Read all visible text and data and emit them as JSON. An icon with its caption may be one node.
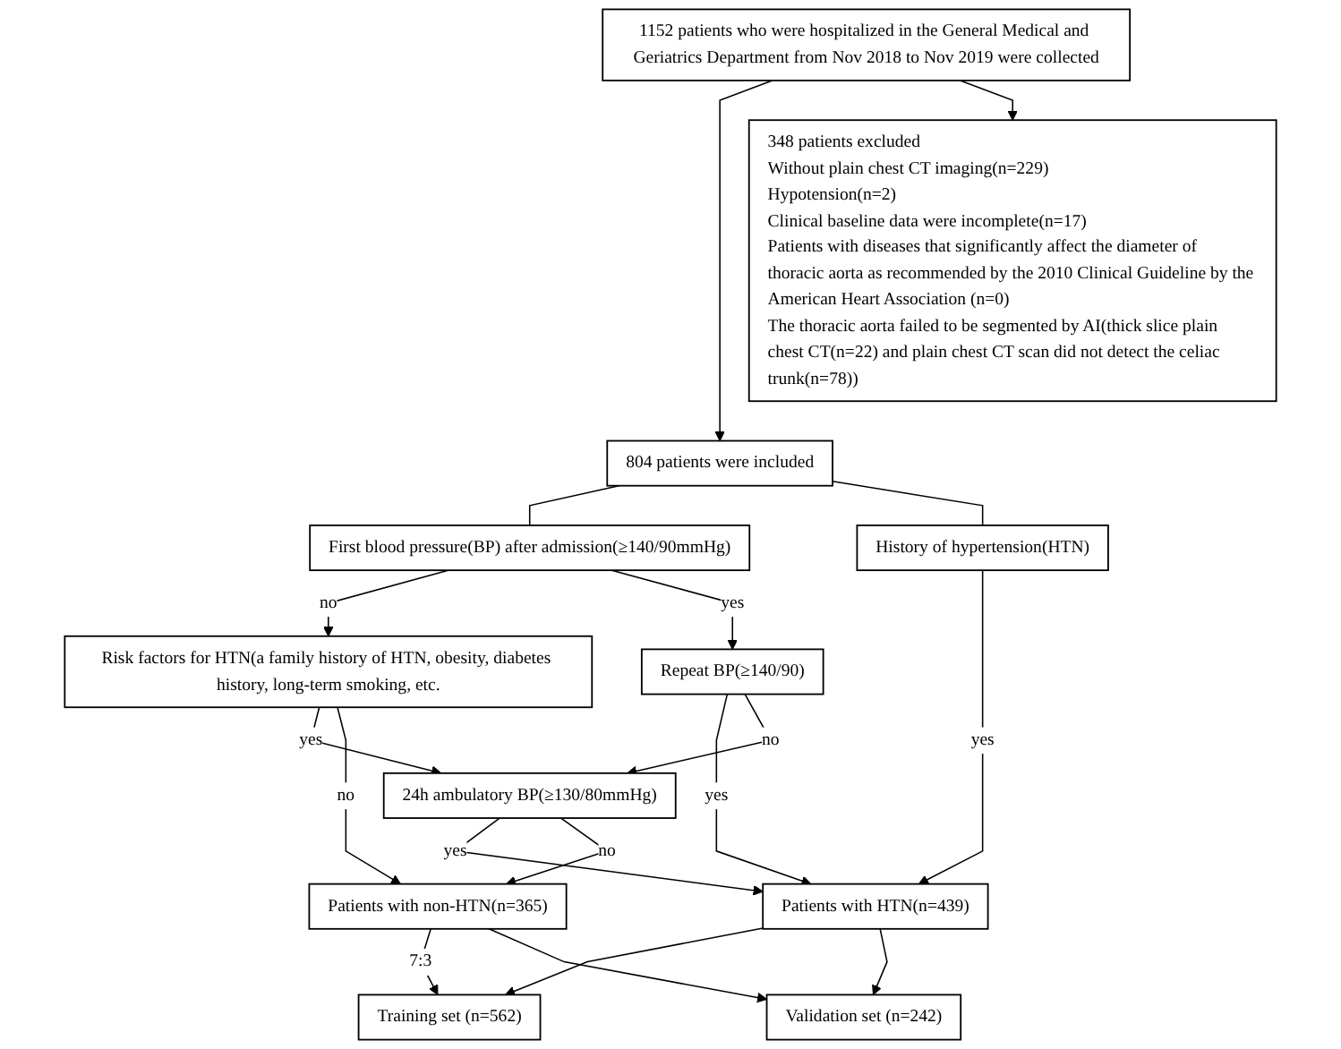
{
  "diagram": {
    "nodes": [
      {
        "text": [
          "1152 patients who were hospitalized in the General Medical and Geriatrics Department from Nov 2018 to Nov 2019 were collected"
        ]
      },
      {
        "text": [
          "348 patients excluded",
          "Without plain chest CT imaging(n=229)",
          "Hypotension(n=2)",
          "Clinical baseline data were incomplete(n=17)",
          "Patients with diseases that significantly affect the diameter of thoracic aorta as recommended by the 2010 Clinical Guideline by the American Heart Association (n=0)",
          "The thoracic aorta failed to be segmented by AI(thick slice plain chest CT(n=22) and plain chest CT scan did not detect the celiac trunk(n=78))"
        ]
      },
      {
        "text": [
          "804 patients were included"
        ]
      },
      {
        "text": [
          "First blood pressure(BP) after admission(≥140/90mmHg)"
        ]
      },
      {
        "text": [
          "History of hypertension(HTN)"
        ]
      },
      {
        "text": [
          "Risk factors for HTN(a family history of HTN, obesity, diabetes history, long-term smoking, etc."
        ]
      },
      {
        "text": [
          "Repeat BP(≥140/90)"
        ]
      },
      {
        "text": [
          "24h ambulatory BP(≥130/80mmHg)"
        ]
      },
      {
        "text": [
          "Patients with non-HTN(n=365)"
        ]
      },
      {
        "text": [
          "Patients with HTN(n=439)"
        ]
      },
      {
        "text": [
          "Training set (n=562)"
        ]
      },
      {
        "text": [
          "Validation set (n=242)"
        ]
      }
    ],
    "edges": [
      {
        "from": 0,
        "to": 2,
        "arrow": "to"
      },
      {
        "from": 0,
        "to": 1,
        "arrow": "to"
      },
      {
        "from": 2,
        "to": 3,
        "arrow": "none"
      },
      {
        "from": 2,
        "to": 4,
        "arrow": "none"
      },
      {
        "from": 3,
        "to": 5,
        "arrow": "to",
        "label": "no"
      },
      {
        "from": 3,
        "to": 6,
        "arrow": "to",
        "label": "yes"
      },
      {
        "from": 4,
        "to": 9,
        "arrow": "to",
        "label": "yes"
      },
      {
        "from": 6,
        "to": 9,
        "arrow": "to",
        "label": "yes"
      },
      {
        "from": 5,
        "to": 7,
        "arrow": "to",
        "label": "yes"
      },
      {
        "from": 6,
        "to": 7,
        "arrow": "to",
        "label": "no"
      },
      {
        "from": 7,
        "to": 9,
        "arrow": "to",
        "label": "yes"
      },
      {
        "from": 5,
        "to": 8,
        "arrow": "to",
        "label": "no"
      },
      {
        "from": 7,
        "to": 8,
        "arrow": "to",
        "label": "no"
      },
      {
        "from": 8,
        "to": 10,
        "arrow": "to",
        "label": "7:3"
      },
      {
        "from": 8,
        "to": 11,
        "arrow": "to"
      },
      {
        "from": 9,
        "to": 10,
        "arrow": "to"
      },
      {
        "from": 9,
        "to": 11,
        "arrow": "to"
      }
    ]
  }
}
